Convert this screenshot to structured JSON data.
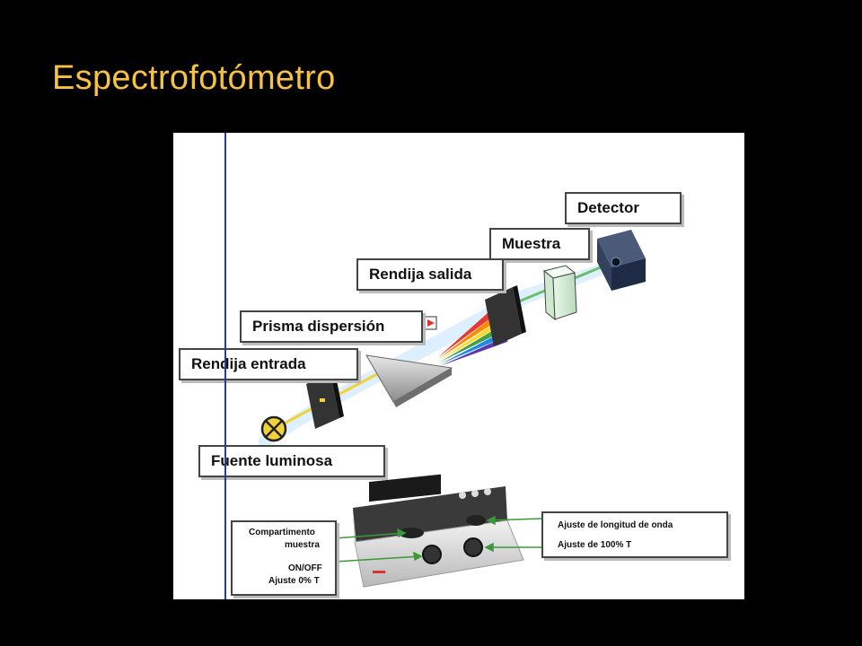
{
  "slide": {
    "title": "Espectrofotómetro"
  },
  "diagram": {
    "labels": {
      "detector": "Detector",
      "muestra": "Muestra",
      "rendija_salida": "Rendija salida",
      "prisma": "Prisma dispersión",
      "rendija_entrada": "Rendija entrada",
      "fuente": "Fuente luminosa"
    },
    "instrument": {
      "left_box": {
        "line1": "Compartimento",
        "line2": "muestra",
        "line3": "ON/OFF",
        "line4": "Ajuste 0% T"
      },
      "right_box": {
        "line1": "Ajuste de longitud de onda",
        "line2": "Ajuste de 100% T"
      }
    },
    "colors": {
      "beam": "#f2d23a",
      "title": "#f5c242",
      "arrow": "#3a9a3a"
    }
  }
}
